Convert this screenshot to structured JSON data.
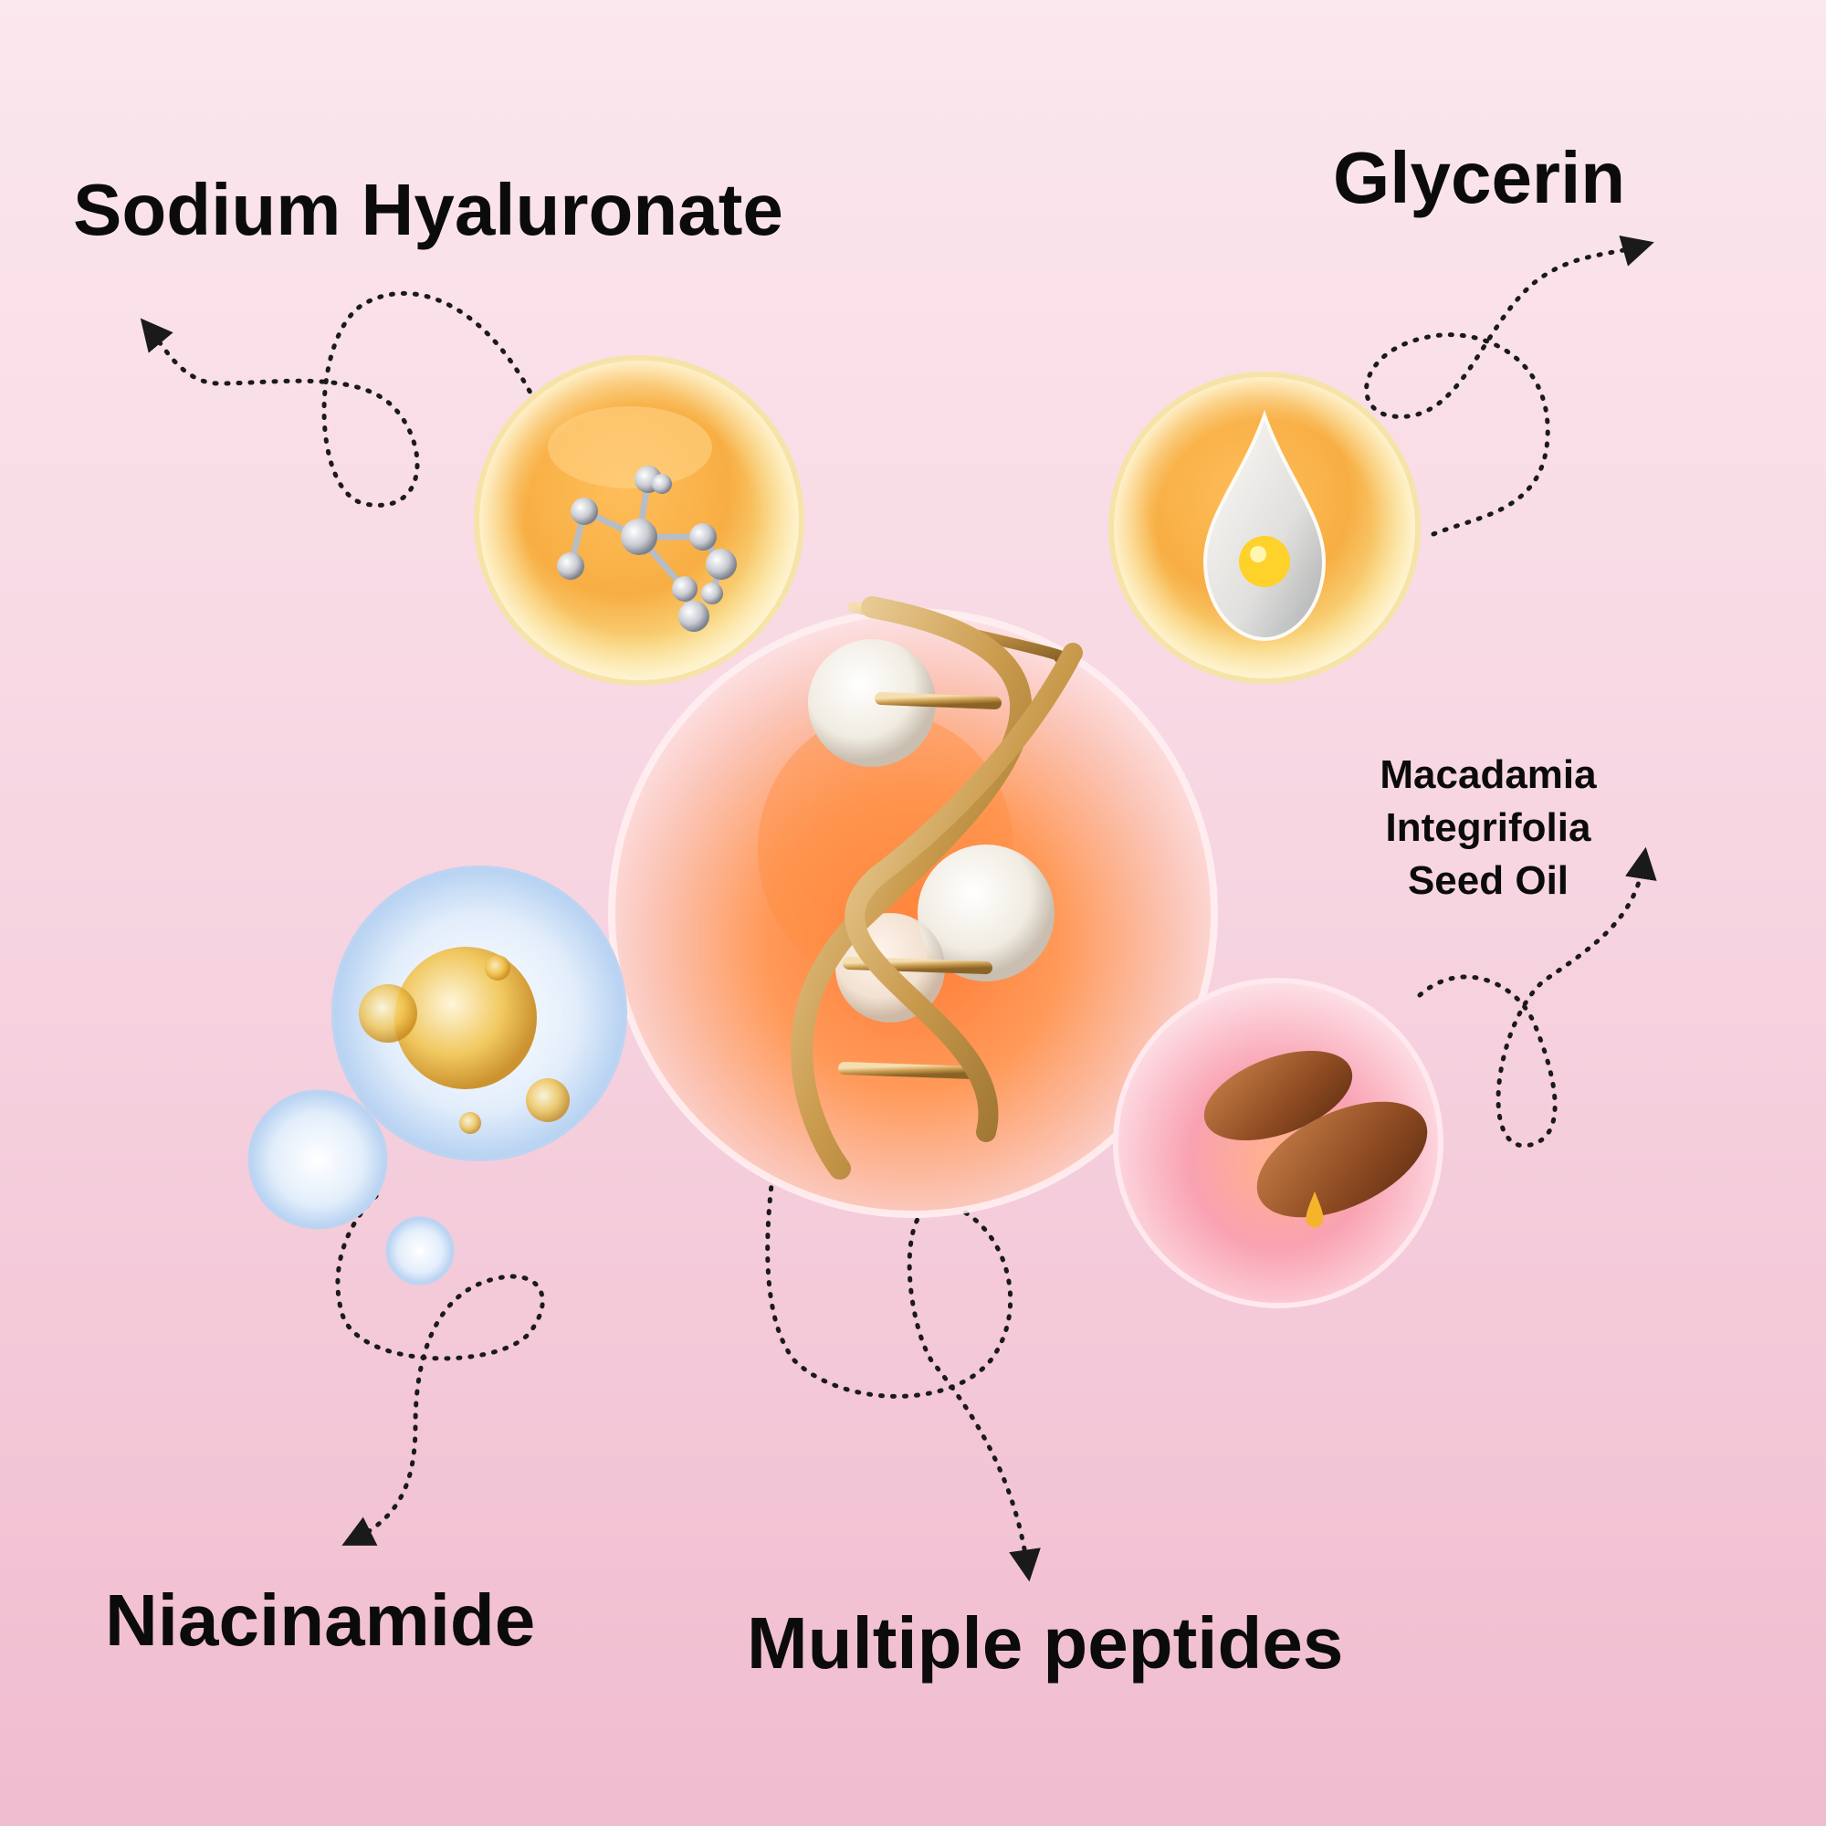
{
  "labels": {
    "sodium_hyaluronate": "Sodium Hyaluronate",
    "glycerin": "Glycerin",
    "macadamia": [
      "Macadamia",
      "Integrifolia",
      "Seed Oil"
    ],
    "niacinamide": "Niacinamide",
    "multiple_peptides": "Multiple peptides"
  },
  "colors": {
    "text": "#0b0b0b",
    "connector": "#1a1a1a",
    "amber": "#f4a72a",
    "orange_core": "#ff8a3d",
    "pink_bubble": "#f8a9bd",
    "blue_bubble": "#cfe4fb",
    "gold_dna": "#c9a15a"
  },
  "icons": [
    "molecule-icon",
    "water-droplet-icon",
    "almond-icon",
    "dna-helix-icon",
    "oil-bubble-icon"
  ]
}
